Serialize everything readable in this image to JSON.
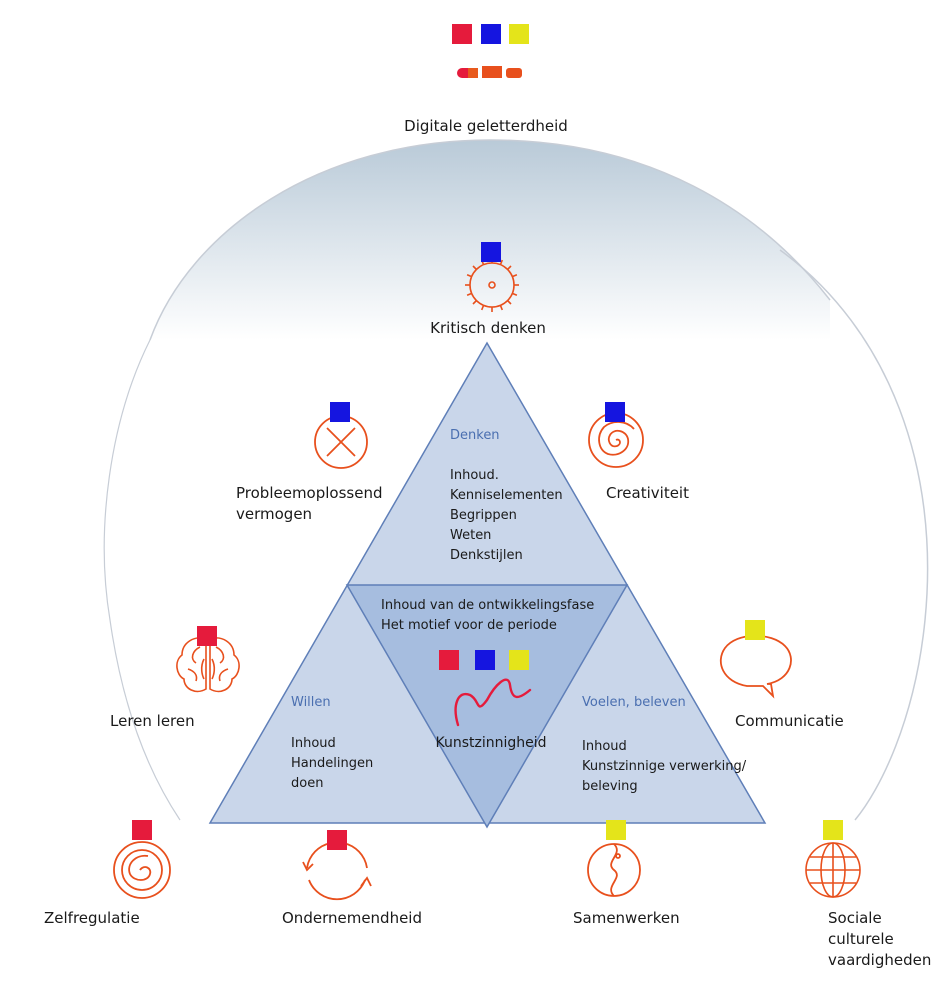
{
  "colors": {
    "red": "#e51b3c",
    "blue": "#1515e0",
    "yellow": "#e4e41a",
    "icon": "#e8501d",
    "triangle": "#c9d6ea",
    "triangle_center": "#a6bddf",
    "triangle_stroke": "#5f7fb8"
  },
  "top": {
    "title": "Digitale geletterdheid",
    "squares": [
      "red",
      "blue",
      "yellow"
    ]
  },
  "triangle": {
    "top": {
      "heading": "Denken",
      "lines": "Inhoud.\nKenniselementen\nBegrippen\nWeten\nDenkstijlen"
    },
    "left": {
      "heading": "Willen",
      "lines": "Inhoud\nHandelingen\ndoen"
    },
    "right": {
      "heading": "Voelen, beleven",
      "lines": "Inhoud\nKunstzinnige verwerking/\nbeleving"
    },
    "center": {
      "line1": "Inhoud van de ontwikkelingsfase",
      "line2": "Het motief voor de periode",
      "label": "Kunstzinnigheid",
      "squares": [
        "red",
        "blue",
        "yellow"
      ]
    }
  },
  "skills": [
    {
      "id": "kritisch",
      "label": "Kritisch denken",
      "color": "blue",
      "icon": "gear-icon"
    },
    {
      "id": "probleem",
      "label": "Probleemoplossend\nvermogen",
      "color": "blue",
      "icon": "cross-circle-icon"
    },
    {
      "id": "creativiteit",
      "label": "Creativiteit",
      "color": "blue",
      "icon": "spiral-icon"
    },
    {
      "id": "leren",
      "label": "Leren leren",
      "color": "red",
      "icon": "brain-icon"
    },
    {
      "id": "communicatie",
      "label": "Communicatie",
      "color": "yellow",
      "icon": "speech-bubble-icon"
    },
    {
      "id": "zelfregulatie",
      "label": "Zelfregulatie",
      "color": "red",
      "icon": "swirl-circle-icon"
    },
    {
      "id": "ondernemendheid",
      "label": "Ondernemendheid",
      "color": "red",
      "icon": "cycle-arrows-icon"
    },
    {
      "id": "samenwerken",
      "label": "Samenwerken",
      "color": "yellow",
      "icon": "yin-yang-icon"
    },
    {
      "id": "sociaal",
      "label": "Sociale\nculturele\nvaardigheden",
      "color": "yellow",
      "icon": "globe-icon"
    }
  ]
}
